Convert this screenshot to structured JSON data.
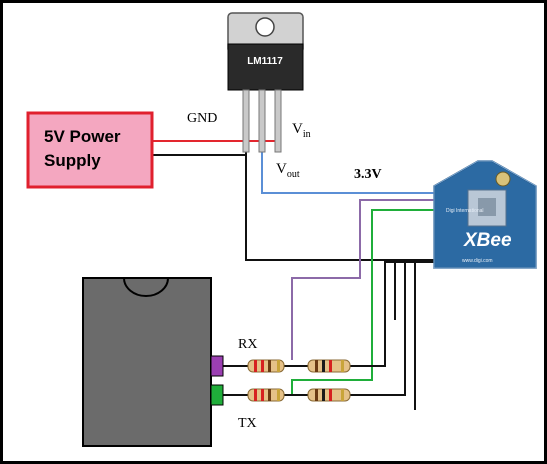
{
  "regulator": {
    "part_label": "LM1117"
  },
  "power_supply": {
    "line1": "5V Power",
    "line2": "Supply"
  },
  "pins": {
    "gnd": "GND",
    "vin_main": "V",
    "vin_sub": "in",
    "vout_main": "V",
    "vout_sub": "out"
  },
  "voltage_label": "3.3V",
  "xbee": {
    "logo": "XBee",
    "brand_small": "Digi International",
    "footer_small": "www.digi.com"
  },
  "signals": {
    "rx": "RX",
    "tx": "TX"
  },
  "colors": {
    "frame": "#000000",
    "psu_fill": "#f4a7c0",
    "psu_border": "#e0202e",
    "red_wire": "#e3262e",
    "blue_wire": "#5b8fd6",
    "purple_wire": "#8c6aa8",
    "green_wire": "#1fae3a",
    "black_wire": "#111111",
    "xbee_board": "#2c6aa3",
    "mcu_body": "#6b6b6b"
  }
}
